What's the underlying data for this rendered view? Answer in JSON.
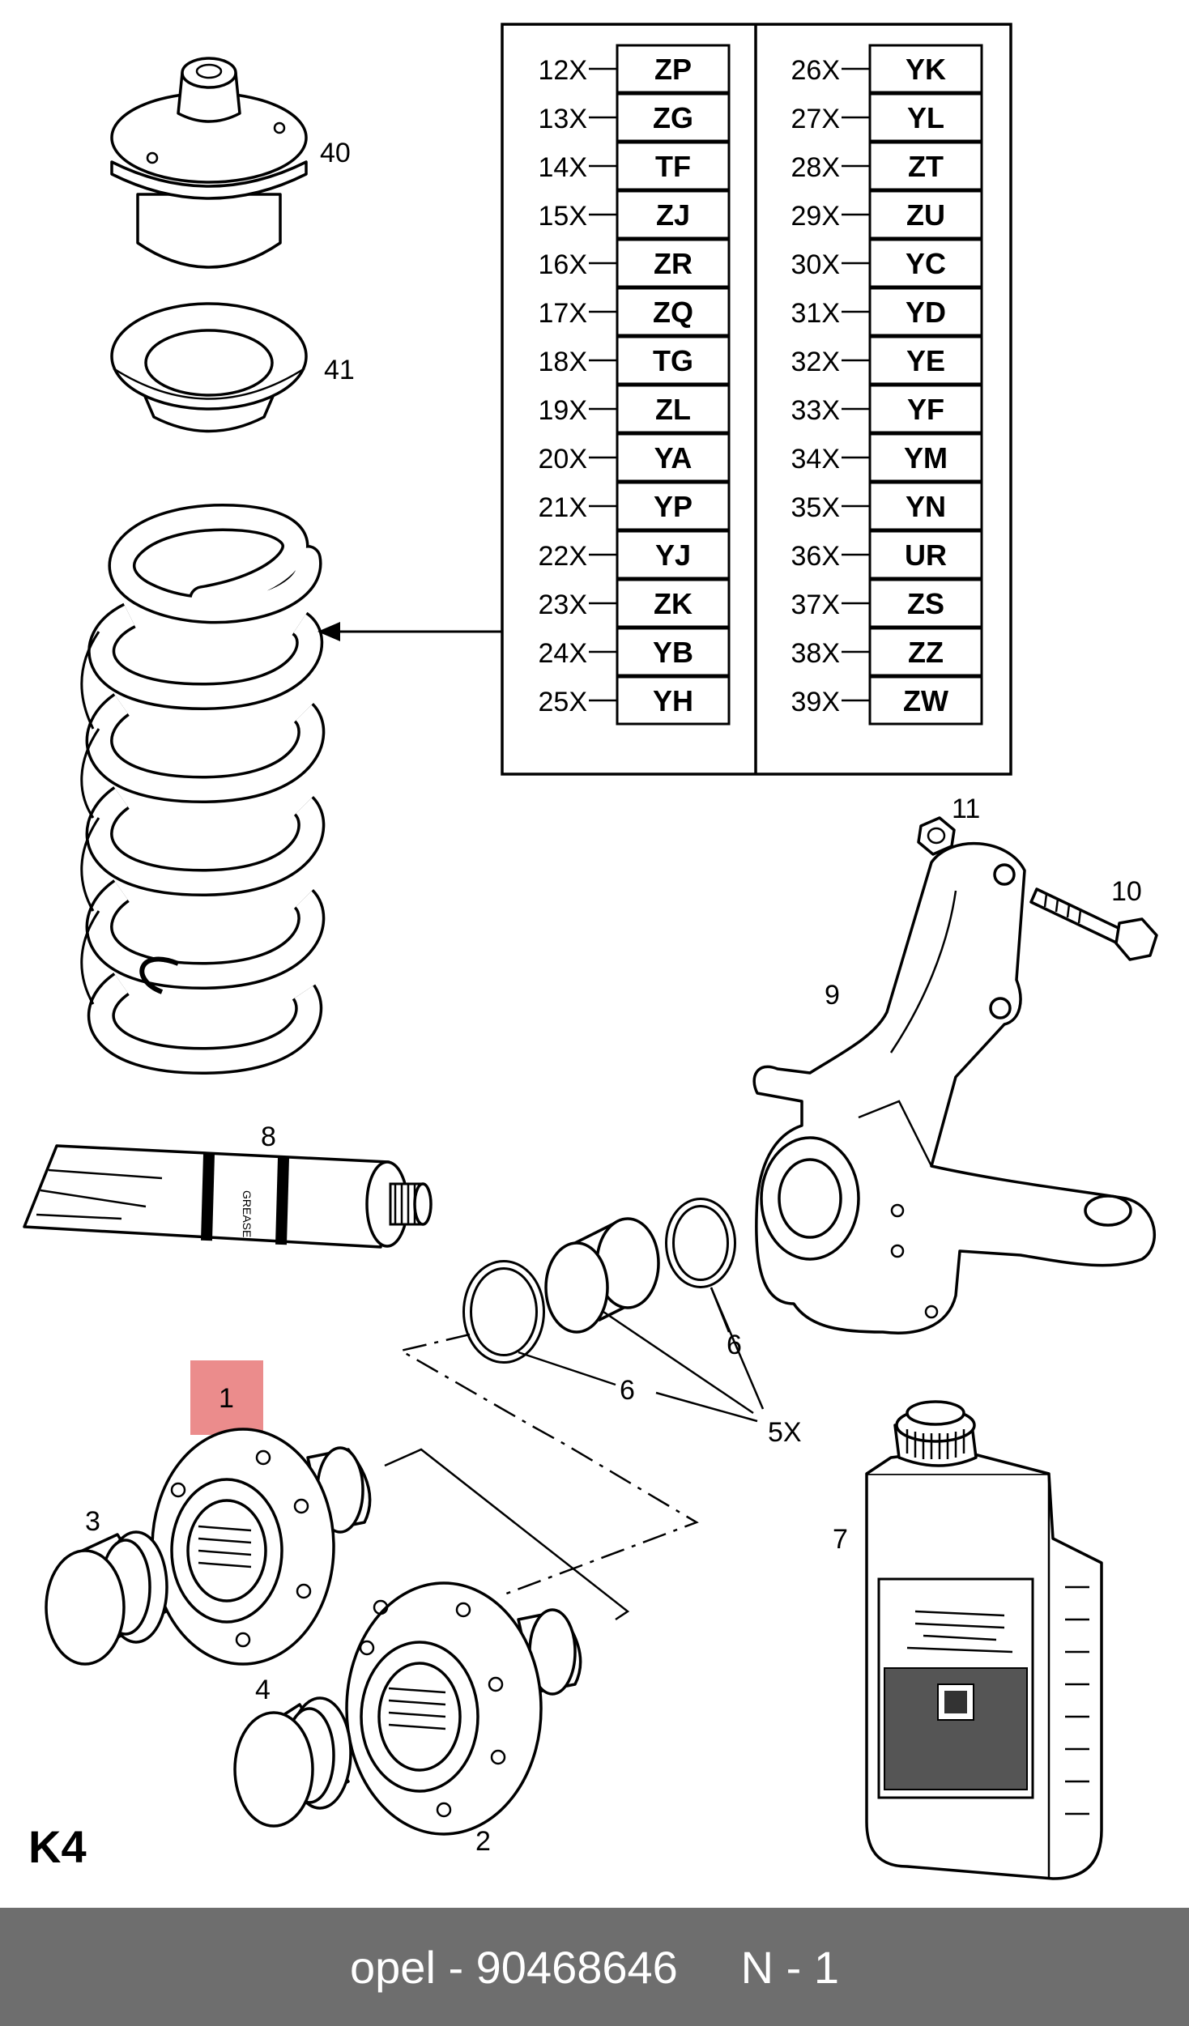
{
  "section_code": "K4",
  "highlight_color": "#e87878",
  "footer": {
    "text": "opel - 90468646     N - 1",
    "background": "#6e6e6e"
  },
  "callouts": {
    "p1": "1",
    "p2": "2",
    "p3": "3",
    "p4": "4",
    "p6a": "6",
    "p6b": "6",
    "p5x": "5X",
    "p7": "7",
    "p8": "8",
    "p9": "9",
    "p10": "10",
    "p11": "11",
    "p40": "40",
    "p41": "41"
  },
  "spring_table": {
    "left": [
      {
        "qty": "12X",
        "code": "ZP"
      },
      {
        "qty": "13X",
        "code": "ZG"
      },
      {
        "qty": "14X",
        "code": "TF"
      },
      {
        "qty": "15X",
        "code": "ZJ"
      },
      {
        "qty": "16X",
        "code": "ZR"
      },
      {
        "qty": "17X",
        "code": "ZQ"
      },
      {
        "qty": "18X",
        "code": "TG"
      },
      {
        "qty": "19X",
        "code": "ZL"
      },
      {
        "qty": "20X",
        "code": "YA"
      },
      {
        "qty": "21X",
        "code": "YP"
      },
      {
        "qty": "22X",
        "code": "YJ"
      },
      {
        "qty": "23X",
        "code": "ZK"
      },
      {
        "qty": "24X",
        "code": "YB"
      },
      {
        "qty": "25X",
        "code": "YH"
      }
    ],
    "right": [
      {
        "qty": "26X",
        "code": "YK"
      },
      {
        "qty": "27X",
        "code": "YL"
      },
      {
        "qty": "28X",
        "code": "ZT"
      },
      {
        "qty": "29X",
        "code": "ZU"
      },
      {
        "qty": "30X",
        "code": "YC"
      },
      {
        "qty": "31X",
        "code": "YD"
      },
      {
        "qty": "32X",
        "code": "YE"
      },
      {
        "qty": "33X",
        "code": "YF"
      },
      {
        "qty": "34X",
        "code": "YM"
      },
      {
        "qty": "35X",
        "code": "YN"
      },
      {
        "qty": "36X",
        "code": "UR"
      },
      {
        "qty": "37X",
        "code": "ZS"
      },
      {
        "qty": "38X",
        "code": "ZZ"
      },
      {
        "qty": "39X",
        "code": "ZW"
      }
    ]
  }
}
